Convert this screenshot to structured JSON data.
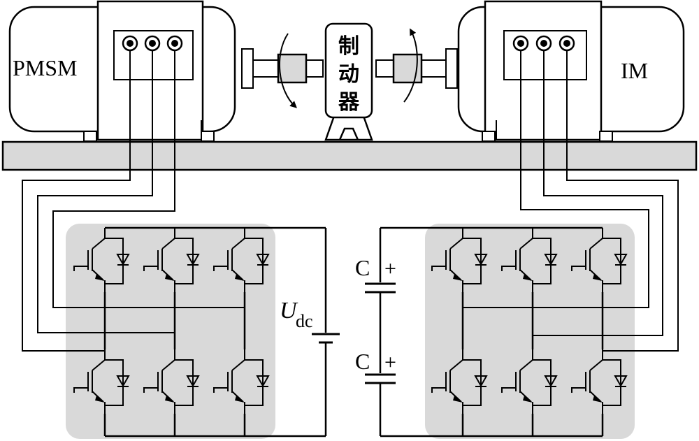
{
  "labels": {
    "left_motor": "PMSM",
    "right_motor": "IM",
    "brake": [
      "制",
      "动",
      "器"
    ],
    "udc_main": "U",
    "udc_sub": "dc",
    "cap_top": "C",
    "cap_bottom": "C",
    "cap_plus": "+"
  },
  "colors": {
    "inverter_fill": "#d9d9d9",
    "line": "#000000"
  },
  "icons": [
    "igbt-switch-icon",
    "diode-icon",
    "terminal-icon",
    "rotation-arrow-icon"
  ]
}
